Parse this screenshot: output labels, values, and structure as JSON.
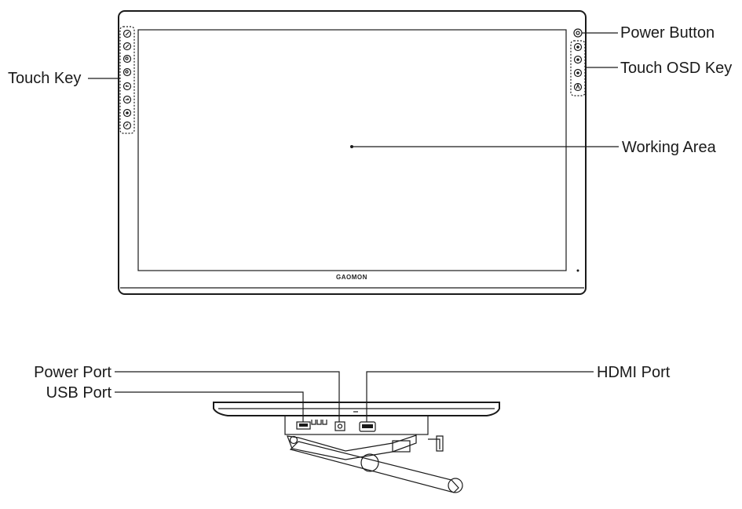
{
  "front_view": {
    "labels": {
      "touch_key": "Touch Key",
      "power_button": "Power Button",
      "touch_osd_key": "Touch OSD Key",
      "working_area": "Working Area"
    },
    "logo_text": "GAOMON",
    "touch_key_icons": [
      "pen-icon",
      "pen-icon",
      "zoom-in-icon",
      "zoom-out-icon",
      "undo-icon",
      "redo-icon",
      "brush-icon",
      "eraser-icon"
    ],
    "osd_key_icons": [
      "power-icon",
      "menu-icon",
      "plus-icon",
      "minus-icon",
      "auto-icon"
    ]
  },
  "bottom_view": {
    "labels": {
      "power_port": "Power Port",
      "usb_port": "USB Port",
      "hdmi_port": "HDMI Port"
    }
  }
}
